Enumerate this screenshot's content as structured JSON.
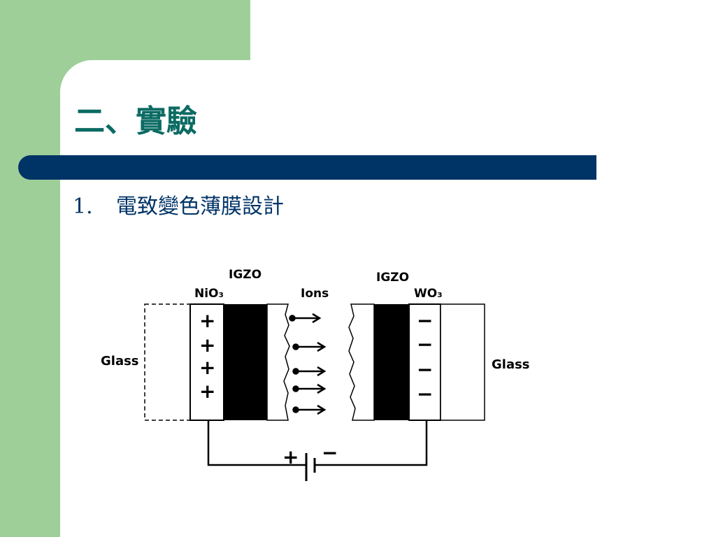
{
  "slide": {
    "title": "二、實驗",
    "item_number": "1.",
    "item_text": "電致變色薄膜設計"
  },
  "diagram": {
    "label_igzo_left": "IGZO",
    "label_igzo_right": "IGZO",
    "label_nio3": "NiO₃",
    "label_wo3": "WO₃",
    "label_ions": "Ions",
    "label_glass_left": "Glass",
    "label_glass_right": "Glass",
    "plus_sign": "+",
    "minus_sign": "−",
    "battery_plus": "+",
    "battery_minus": "−"
  },
  "colors": {
    "background_green": "#9fcf99",
    "title_teal": "#0b6b63",
    "bar_navy": "#003366"
  }
}
